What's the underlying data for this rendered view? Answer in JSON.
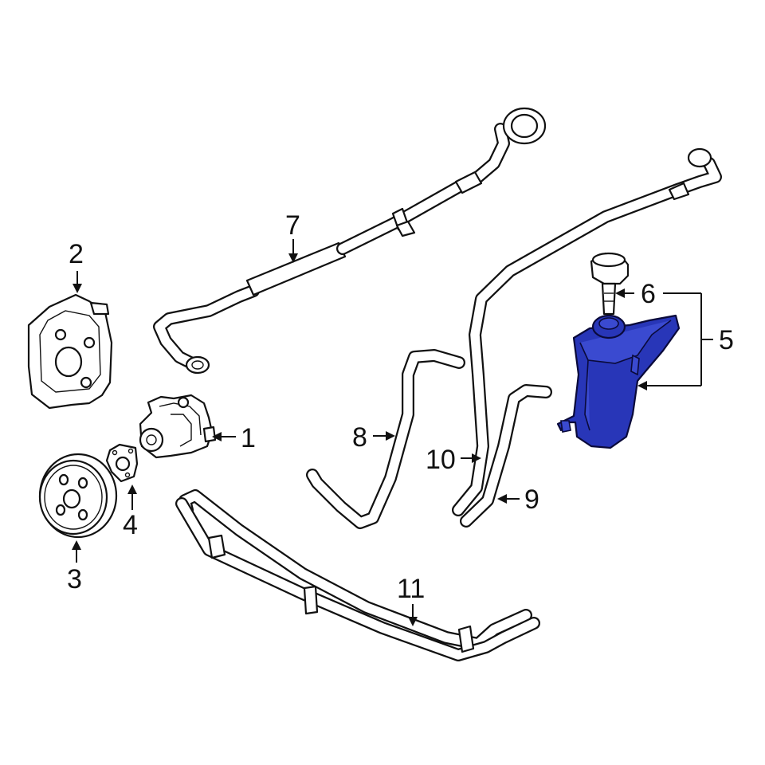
{
  "callouts": [
    {
      "id": "1",
      "text": "1"
    },
    {
      "id": "2",
      "text": "2"
    },
    {
      "id": "3",
      "text": "3"
    },
    {
      "id": "4",
      "text": "4"
    },
    {
      "id": "5",
      "text": "5"
    },
    {
      "id": "6",
      "text": "6"
    },
    {
      "id": "7",
      "text": "7"
    },
    {
      "id": "8",
      "text": "8"
    },
    {
      "id": "9",
      "text": "9"
    },
    {
      "id": "10",
      "text": "10"
    },
    {
      "id": "11",
      "text": "11"
    }
  ],
  "colors": {
    "highlight": "#2836b8",
    "line": "#111111",
    "background": "#ffffff"
  }
}
